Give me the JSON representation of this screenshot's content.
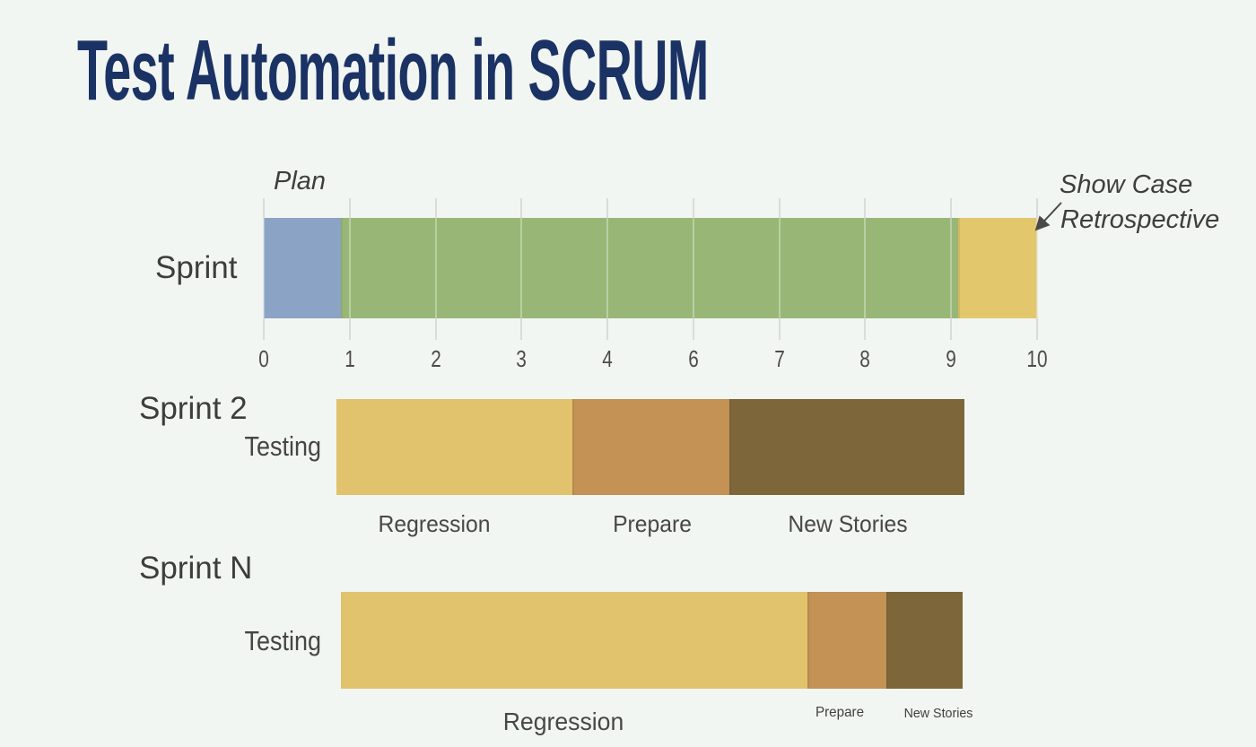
{
  "title": {
    "text": "Test Automation in SCRUM"
  },
  "colors": {
    "background": "#f2f6f2",
    "title": "#1b3264",
    "label_dark": "#3d3d3d",
    "label_gray": "#4b4b4b",
    "gridline": "#d9dcd9"
  },
  "chart_data": {
    "type": "bar",
    "variant": "horizontal-stacked-timeline",
    "title": "Test Automation in SCRUM",
    "axis": {
      "min": 0,
      "max": 10,
      "tick_labels": [
        "0",
        "1",
        "2",
        "3",
        "4",
        "6",
        "7",
        "8",
        "9",
        "10"
      ],
      "grid": true,
      "note": "ticks evenly spaced; label 5 is absent in the original"
    },
    "rows": [
      {
        "label": "Sprint",
        "annotations": {
          "plan": "Plan",
          "show_case": "Show Case",
          "retrospective": "Retrospective"
        },
        "segments": [
          {
            "name": "Plan",
            "units": 0.9,
            "frac": [
              0,
              0.0998
            ],
            "color": "#8ba3c4"
          },
          {
            "name": "",
            "units": 8.2,
            "frac": [
              0.0998,
              0.898
            ],
            "color": "#98b777"
          },
          {
            "name": "Show Case / Retrospective",
            "units": 0.9,
            "frac": [
              0.898,
              1
            ],
            "color": "#e3c76d"
          }
        ]
      },
      {
        "label": "Sprint 2",
        "sublabel": "Testing",
        "segments": [
          {
            "name": "Regression",
            "units": 3,
            "frac": [
              0,
              0.375
            ],
            "color": "#e0c36c"
          },
          {
            "name": "Prepare",
            "units": 2,
            "frac": [
              0.375,
              0.626
            ],
            "color": "#c39254"
          },
          {
            "name": "New Stories",
            "units": 3,
            "frac": [
              0.626,
              1
            ],
            "color": "#7d663a"
          }
        ]
      },
      {
        "label": "Sprint N",
        "sublabel": "Testing",
        "segments": [
          {
            "name": "Regression",
            "units": 6,
            "frac": [
              0,
              0.75
            ],
            "color": "#e0c36c"
          },
          {
            "name": "Prepare",
            "units": 1,
            "frac": [
              0.75,
              0.877
            ],
            "color": "#c39254"
          },
          {
            "name": "New Stories",
            "units": 1,
            "frac": [
              0.877,
              1
            ],
            "color": "#7d663a"
          }
        ]
      }
    ]
  }
}
